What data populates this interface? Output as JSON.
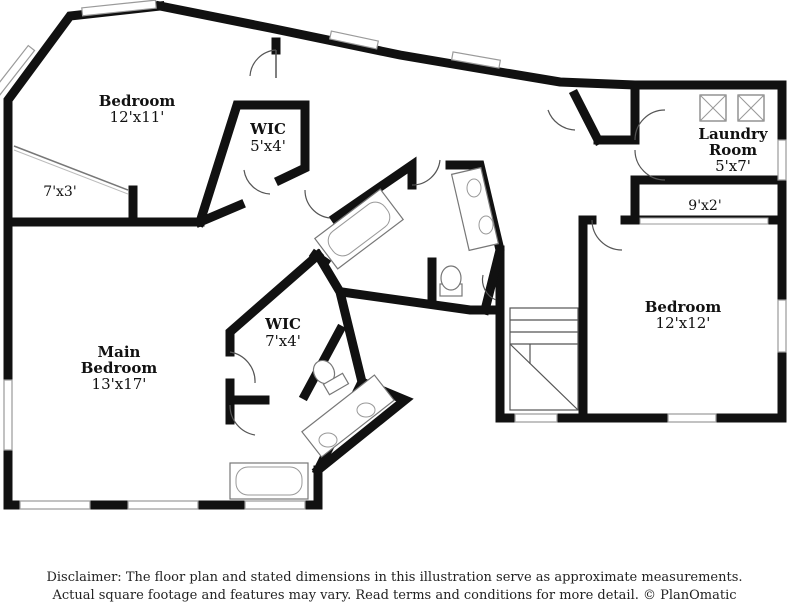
{
  "rooms": {
    "bedroom_nw": {
      "name": "Bedroom",
      "dims": "12'x11'"
    },
    "closet_nw": {
      "dims": "7'x3'"
    },
    "wic_upper": {
      "name": "WIC",
      "dims": "5'x4'"
    },
    "laundry": {
      "name_line1": "Laundry",
      "name_line2": "Room",
      "dims": "5'x7'"
    },
    "closet_e": {
      "dims": "9'x2'"
    },
    "bedroom_e": {
      "name": "Bedroom",
      "dims": "12'x12'"
    },
    "wic_lower": {
      "name": "WIC",
      "dims": "7'x4'"
    },
    "main_bedroom": {
      "name_line1": "Main",
      "name_line2": "Bedroom",
      "dims": "13'x17'"
    }
  },
  "disclaimer": {
    "line1": "Disclaimer: The floor plan and stated dimensions in this illustration serve as approximate measurements.",
    "line2": "Actual square footage and features may vary. Read terms and conditions for more detail. © PlanOmatic"
  }
}
